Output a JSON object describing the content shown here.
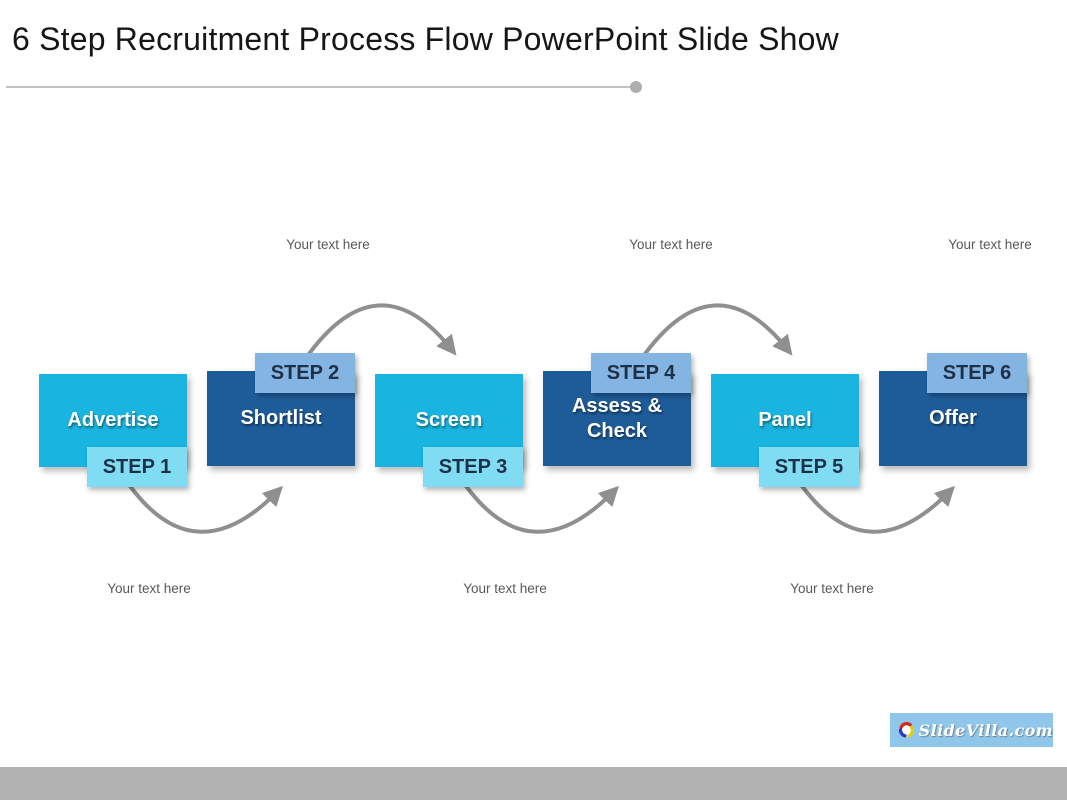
{
  "slide": {
    "title": "6 Step Recruitment Process Flow PowerPoint Slide Show"
  },
  "steps": [
    {
      "label": "Advertise",
      "step": "STEP 1",
      "variant": "cyan"
    },
    {
      "label": "Shortlist",
      "step": "STEP 2",
      "variant": "dark"
    },
    {
      "label": "Screen",
      "step": "STEP 3",
      "variant": "cyan"
    },
    {
      "label": "Assess & Check",
      "step": "STEP 4",
      "variant": "dark"
    },
    {
      "label": "Panel",
      "step": "STEP 5",
      "variant": "cyan"
    },
    {
      "label": "Offer",
      "step": "STEP 6",
      "variant": "dark"
    }
  ],
  "placeholders": {
    "top": [
      "Your text here",
      "Your text here",
      "Your text here"
    ],
    "bottom": [
      "Your text here",
      "Your text here",
      "Your text here"
    ]
  },
  "watermark": {
    "text": "SlideVilla.com"
  },
  "colors": {
    "cyan_box": "#19b5e0",
    "dark_blue_box": "#1e5c99",
    "light_cyan_tab": "#80dcf2",
    "light_blue_tab": "#84b4e2",
    "tab_text": "#1e3048",
    "arrow_gray": "#8f8f8f",
    "placeholder_text": "#595959",
    "footer_bar": "#b2b2b2",
    "watermark_bg": "#8fc6e9"
  }
}
